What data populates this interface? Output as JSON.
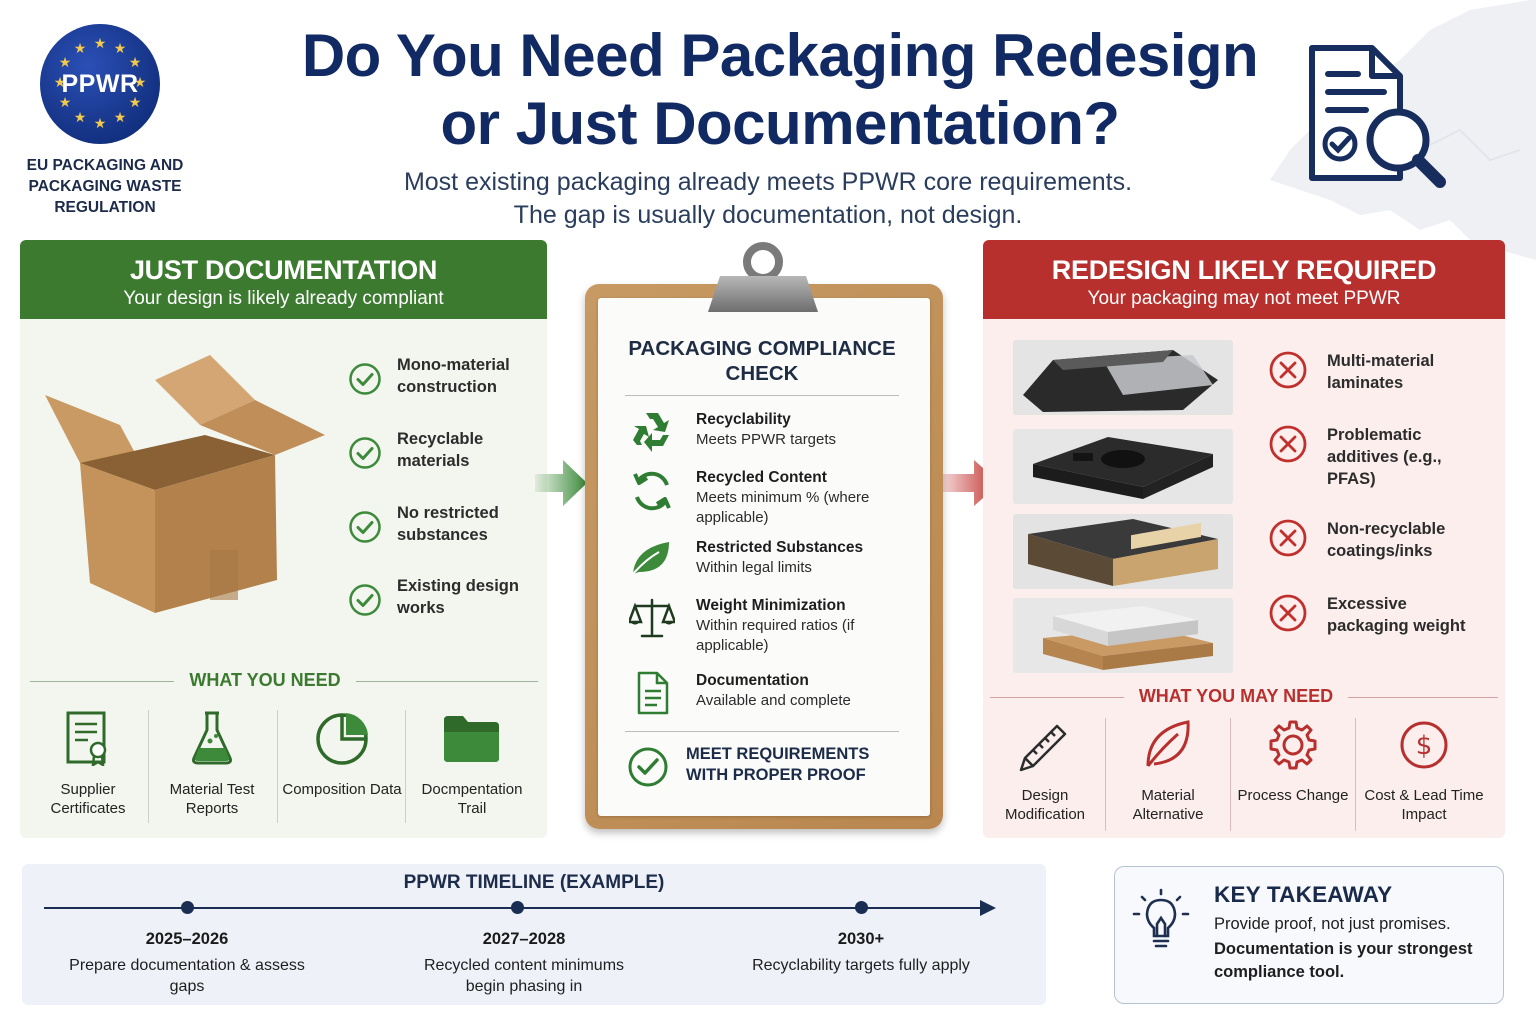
{
  "logo": {
    "text": "PPWR",
    "caption": "EU PACKAGING AND PACKAGING WASTE REGULATION"
  },
  "header": {
    "title_line1": "Do You Need Packaging Redesign",
    "title_line2": "or Just Documentation?",
    "subtitle_line1": "Most existing packaging already meets PPWR core requirements.",
    "subtitle_line2": "The gap is usually documentation, not design."
  },
  "left_panel": {
    "title": "JUST DOCUMENTATION",
    "subtitle": "Your design is likely already compliant",
    "checks": [
      "Mono-material construction",
      "Recyclable materials",
      "No restricted substances",
      "Existing design works"
    ],
    "section_title": "WHAT YOU NEED",
    "needs": [
      "Supplier Certificates",
      "Material Test Reports",
      "Composition Data",
      "Docmpentation Trail"
    ]
  },
  "clipboard": {
    "title": "PACKAGING COMPLIANCE CHECK",
    "items": [
      {
        "title": "Recyclability",
        "desc": "Meets PPWR targets"
      },
      {
        "title": "Recycled Content",
        "desc": "Meets minimum % (where applicable)"
      },
      {
        "title": "Restricted Substances",
        "desc": "Within legal limits"
      },
      {
        "title": "Weight Minimization",
        "desc": "Within required ratios (if applicable)"
      },
      {
        "title": "Documentation",
        "desc": "Available and complete"
      }
    ],
    "final": "MEET REQUIREMENTS WITH PROPER PROOF"
  },
  "right_panel": {
    "title": "REDESIGN LIKELY REQUIRED",
    "subtitle": "Your packaging may not meet PPWR",
    "issues": [
      "Multi-material laminates",
      "Problematic additives (e.g., PFAS)",
      "Non-recyclable coatings/inks",
      "Excessive packaging weight"
    ],
    "section_title": "WHAT YOU MAY NEED",
    "needs": [
      "Design Modification",
      "Material Alternative",
      "Process Change",
      "Cost & Lead Time Impact"
    ]
  },
  "timeline": {
    "title": "PPWR TIMELINE (EXAMPLE)",
    "events": [
      {
        "year": "2025–2026",
        "desc": "Prepare documentation & assess gaps"
      },
      {
        "year": "2027–2028",
        "desc": "Recycled content minimums begin phasing in"
      },
      {
        "year": "2030+",
        "desc": "Recyclability targets fully apply"
      }
    ]
  },
  "takeaway": {
    "title": "KEY TAKEAWAY",
    "line1": "Provide proof, not just promises.",
    "line2": "Documentation is your strongest compliance tool."
  },
  "colors": {
    "green": "#3c7a30",
    "red": "#b8302e",
    "navy": "#122a63"
  }
}
